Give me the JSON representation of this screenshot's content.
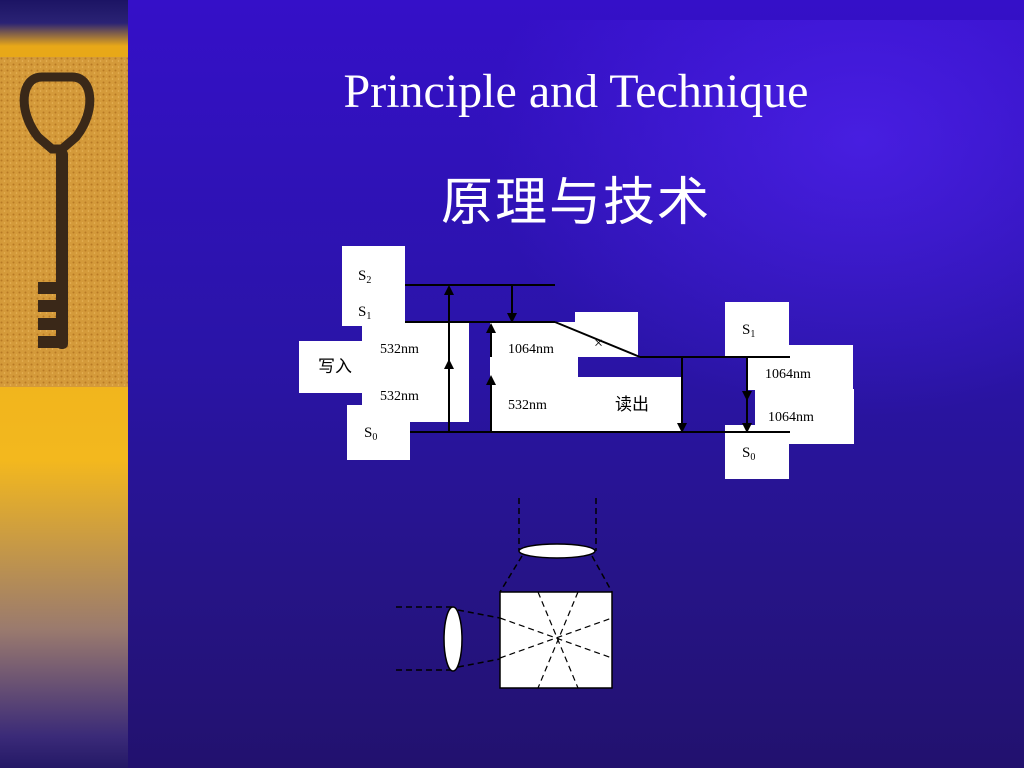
{
  "slide": {
    "title_en": "Principle and Technique",
    "title_zh": "原理与技术"
  },
  "diagram": {
    "write": {
      "label": "写入",
      "levels": {
        "s2": "S",
        "s2_sub": "2",
        "s1": "S",
        "s1_sub": "1",
        "s0": "S",
        "s0_sub": "0"
      },
      "pump_upper": "532nm",
      "pump_lower": "532nm",
      "mid_upper": "1064nm",
      "mid_lower": "532nm",
      "cross_mark": "×"
    },
    "read": {
      "label": "读出",
      "levels": {
        "s1": "S",
        "s1_sub": "1",
        "s0": "S",
        "s0_sub": "0"
      },
      "upper": "1064nm",
      "lower": "1064nm"
    }
  },
  "colors": {
    "background": "#2a14a8",
    "text": "#ffffff",
    "sidebar": "#f3b81e"
  },
  "icons": [
    "key-photo",
    "arrow-up-icon",
    "arrow-down-icon",
    "cross-icon",
    "lens-icon",
    "crystal-cube-icon"
  ]
}
